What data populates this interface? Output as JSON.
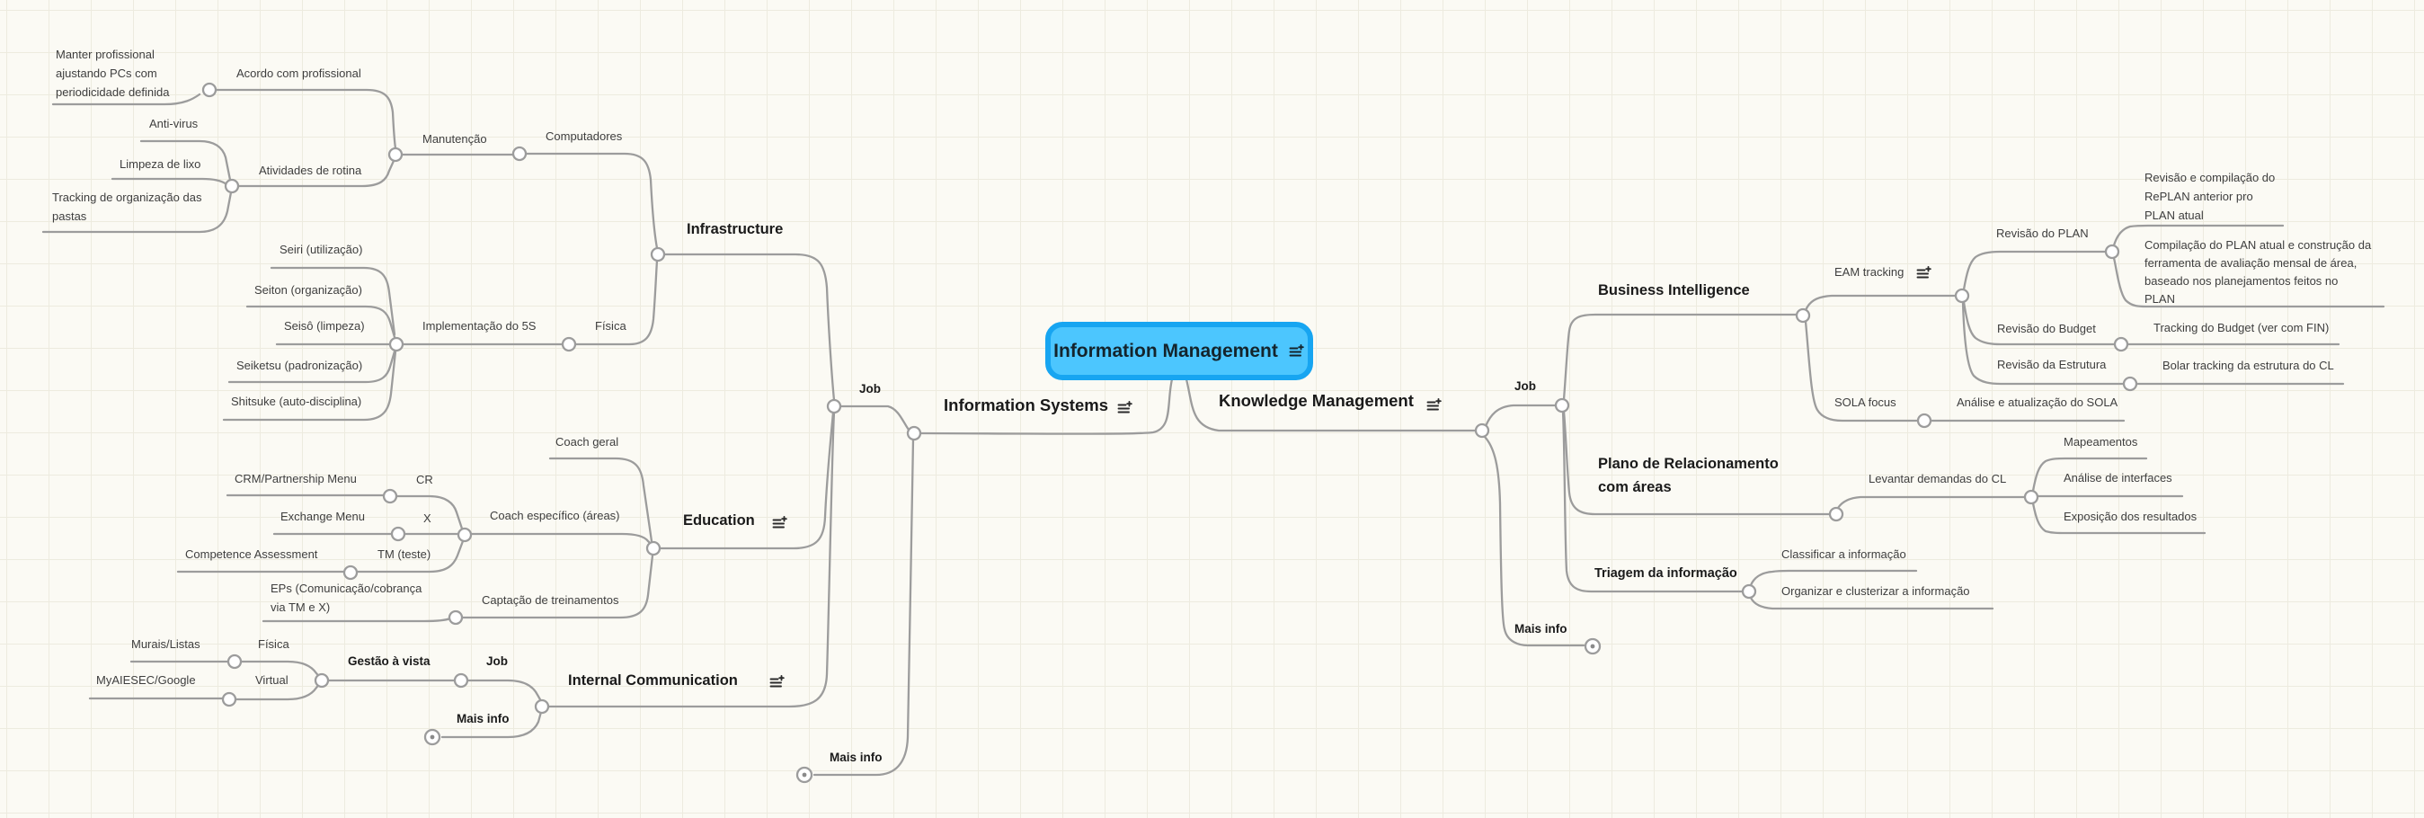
{
  "app": {
    "type": "mind-map",
    "colors": {
      "background": "#fbfaf4",
      "grid_line": "#edebdf",
      "connector": "#9c9c9c",
      "text": "#3e3e3e",
      "bold_text": "#1a1a1a",
      "selected_node_fill": "#4cc6fe",
      "selected_node_border": "#17a5f1"
    }
  },
  "nodes": {
    "central": "Information Management",
    "info_systems": "Information Systems",
    "job_is": "Job",
    "mais_info_is": "Mais info",
    "infrastructure": "Infrastructure",
    "computadores": "Computadores",
    "manutencao": "Manutenção",
    "acordo": "Acordo com profissional",
    "manter": "Manter profissional\najustando PCs com\nperiodicidade definida",
    "atividades": "Atividades de rotina",
    "anti_virus": "Anti-virus",
    "limpeza": "Limpeza de lixo",
    "tracking_pastas": "Tracking de organização das\npastas",
    "fisica_top": "Física",
    "implementacao_5s": "Implementação do 5S",
    "seiri": "Seiri (utilização)",
    "seiton": "Seiton (organização)",
    "seiso": "Seisô (limpeza)",
    "seiketsu": "Seiketsu (padronização)",
    "shitsuke": "Shitsuke (auto-disciplina)",
    "education": "Education",
    "coach_geral": "Coach geral",
    "coach_especifico": "Coach específico (áreas)",
    "cr": "CR",
    "crm_menu": "CRM/Partnership Menu",
    "x": "X",
    "exchange_menu": "Exchange Menu",
    "tm_teste": "TM (teste)",
    "competence": "Competence Assessment",
    "captacao": "Captação de treinamentos",
    "eps": "EPs (Comunicação/cobrança\nvia TM e X)",
    "internal_communication": "Internal Communication",
    "job_ic": "Job",
    "gestao_vista": "Gestão à vista",
    "fisica_gestao": "Física",
    "murais": "Murais/Listas",
    "virtual": "Virtual",
    "myaiesec": "MyAIESEC/Google",
    "mais_info_ic": "Mais info",
    "knowledge_management": "Knowledge Management",
    "job_km": "Job",
    "mais_info_km": "Mais info",
    "business_intelligence": "Business Intelligence",
    "eam_tracking": "EAM tracking",
    "revisao_plan": "Revisão do PLAN",
    "revisao_compilacao": "Revisão e compilação do\nRePLAN anterior pro\nPLAN atual",
    "compilacao_plan": "Compilação do PLAN atual e construção da\nferramenta de avaliação mensal de área,\nbaseado nos planejamentos feitos no\nPLAN",
    "revisao_budget": "Revisão do Budget",
    "tracking_budget": "Tracking do Budget (ver com FIN)",
    "revisao_estrutura": "Revisão da Estrutura",
    "bolar_tracking": "Bolar tracking da estrutura do CL",
    "sola_focus": "SOLA focus",
    "analise_sola": "Análise e atualização do SOLA",
    "plano_relacionamento": "Plano de Relacionamento\ncom áreas",
    "levantar_demandas": "Levantar demandas do CL",
    "mapeamentos": "Mapeamentos",
    "analise_interfaces": "Análise de interfaces",
    "exposicao": "Exposição dos resultados",
    "triagem": "Triagem da informação",
    "classificar": "Classificar a informação",
    "organizar": "Organizar e clusterizar a informação"
  }
}
